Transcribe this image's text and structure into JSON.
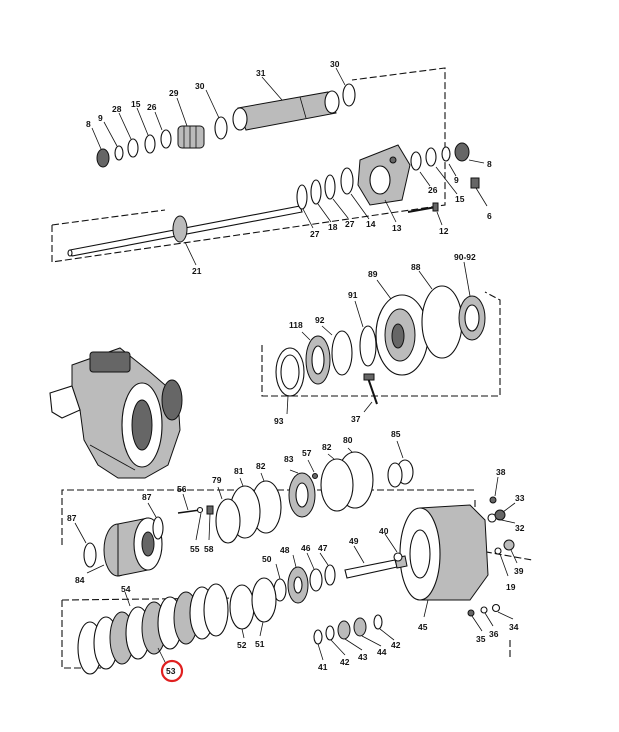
{
  "diagram": {
    "highlight_color": "#e02020",
    "highlighted_label": "53",
    "labels": {
      "l31": "31",
      "l30a": "30",
      "l30b": "30",
      "l29": "29",
      "l28": "28",
      "l15a": "15",
      "l26a": "26",
      "l9a": "9",
      "l8a": "8",
      "l8b": "8",
      "l9b": "9",
      "l26b": "26",
      "l15b": "15",
      "l6": "6",
      "l27a": "27",
      "l18": "18",
      "l27b": "27",
      "l14": "14",
      "l13": "13",
      "l12": "12",
      "l21": "21",
      "l89": "89",
      "l88": "88",
      "l9092": "90-92",
      "l91": "91",
      "l118": "118",
      "l92": "92",
      "l93": "93",
      "l37": "37",
      "l85": "85",
      "l80": "80",
      "l82a": "82",
      "l57": "57",
      "l83": "83",
      "l82b": "82",
      "l81": "81",
      "l79": "79",
      "l56": "56",
      "l87a": "87",
      "l87b": "87",
      "l55": "55",
      "l58": "58",
      "l84": "84",
      "l54": "54",
      "l38": "38",
      "l33": "33",
      "l32": "32",
      "l40": "40",
      "l49": "49",
      "l50": "50",
      "l48": "48",
      "l46": "46",
      "l47": "47",
      "l19": "19",
      "l39": "39",
      "l52": "52",
      "l51": "51",
      "l45": "45",
      "l34": "34",
      "l36": "36",
      "l35": "35",
      "l42a": "42",
      "l44": "44",
      "l43": "43",
      "l42b": "42",
      "l41": "41",
      "l53": "53"
    }
  }
}
